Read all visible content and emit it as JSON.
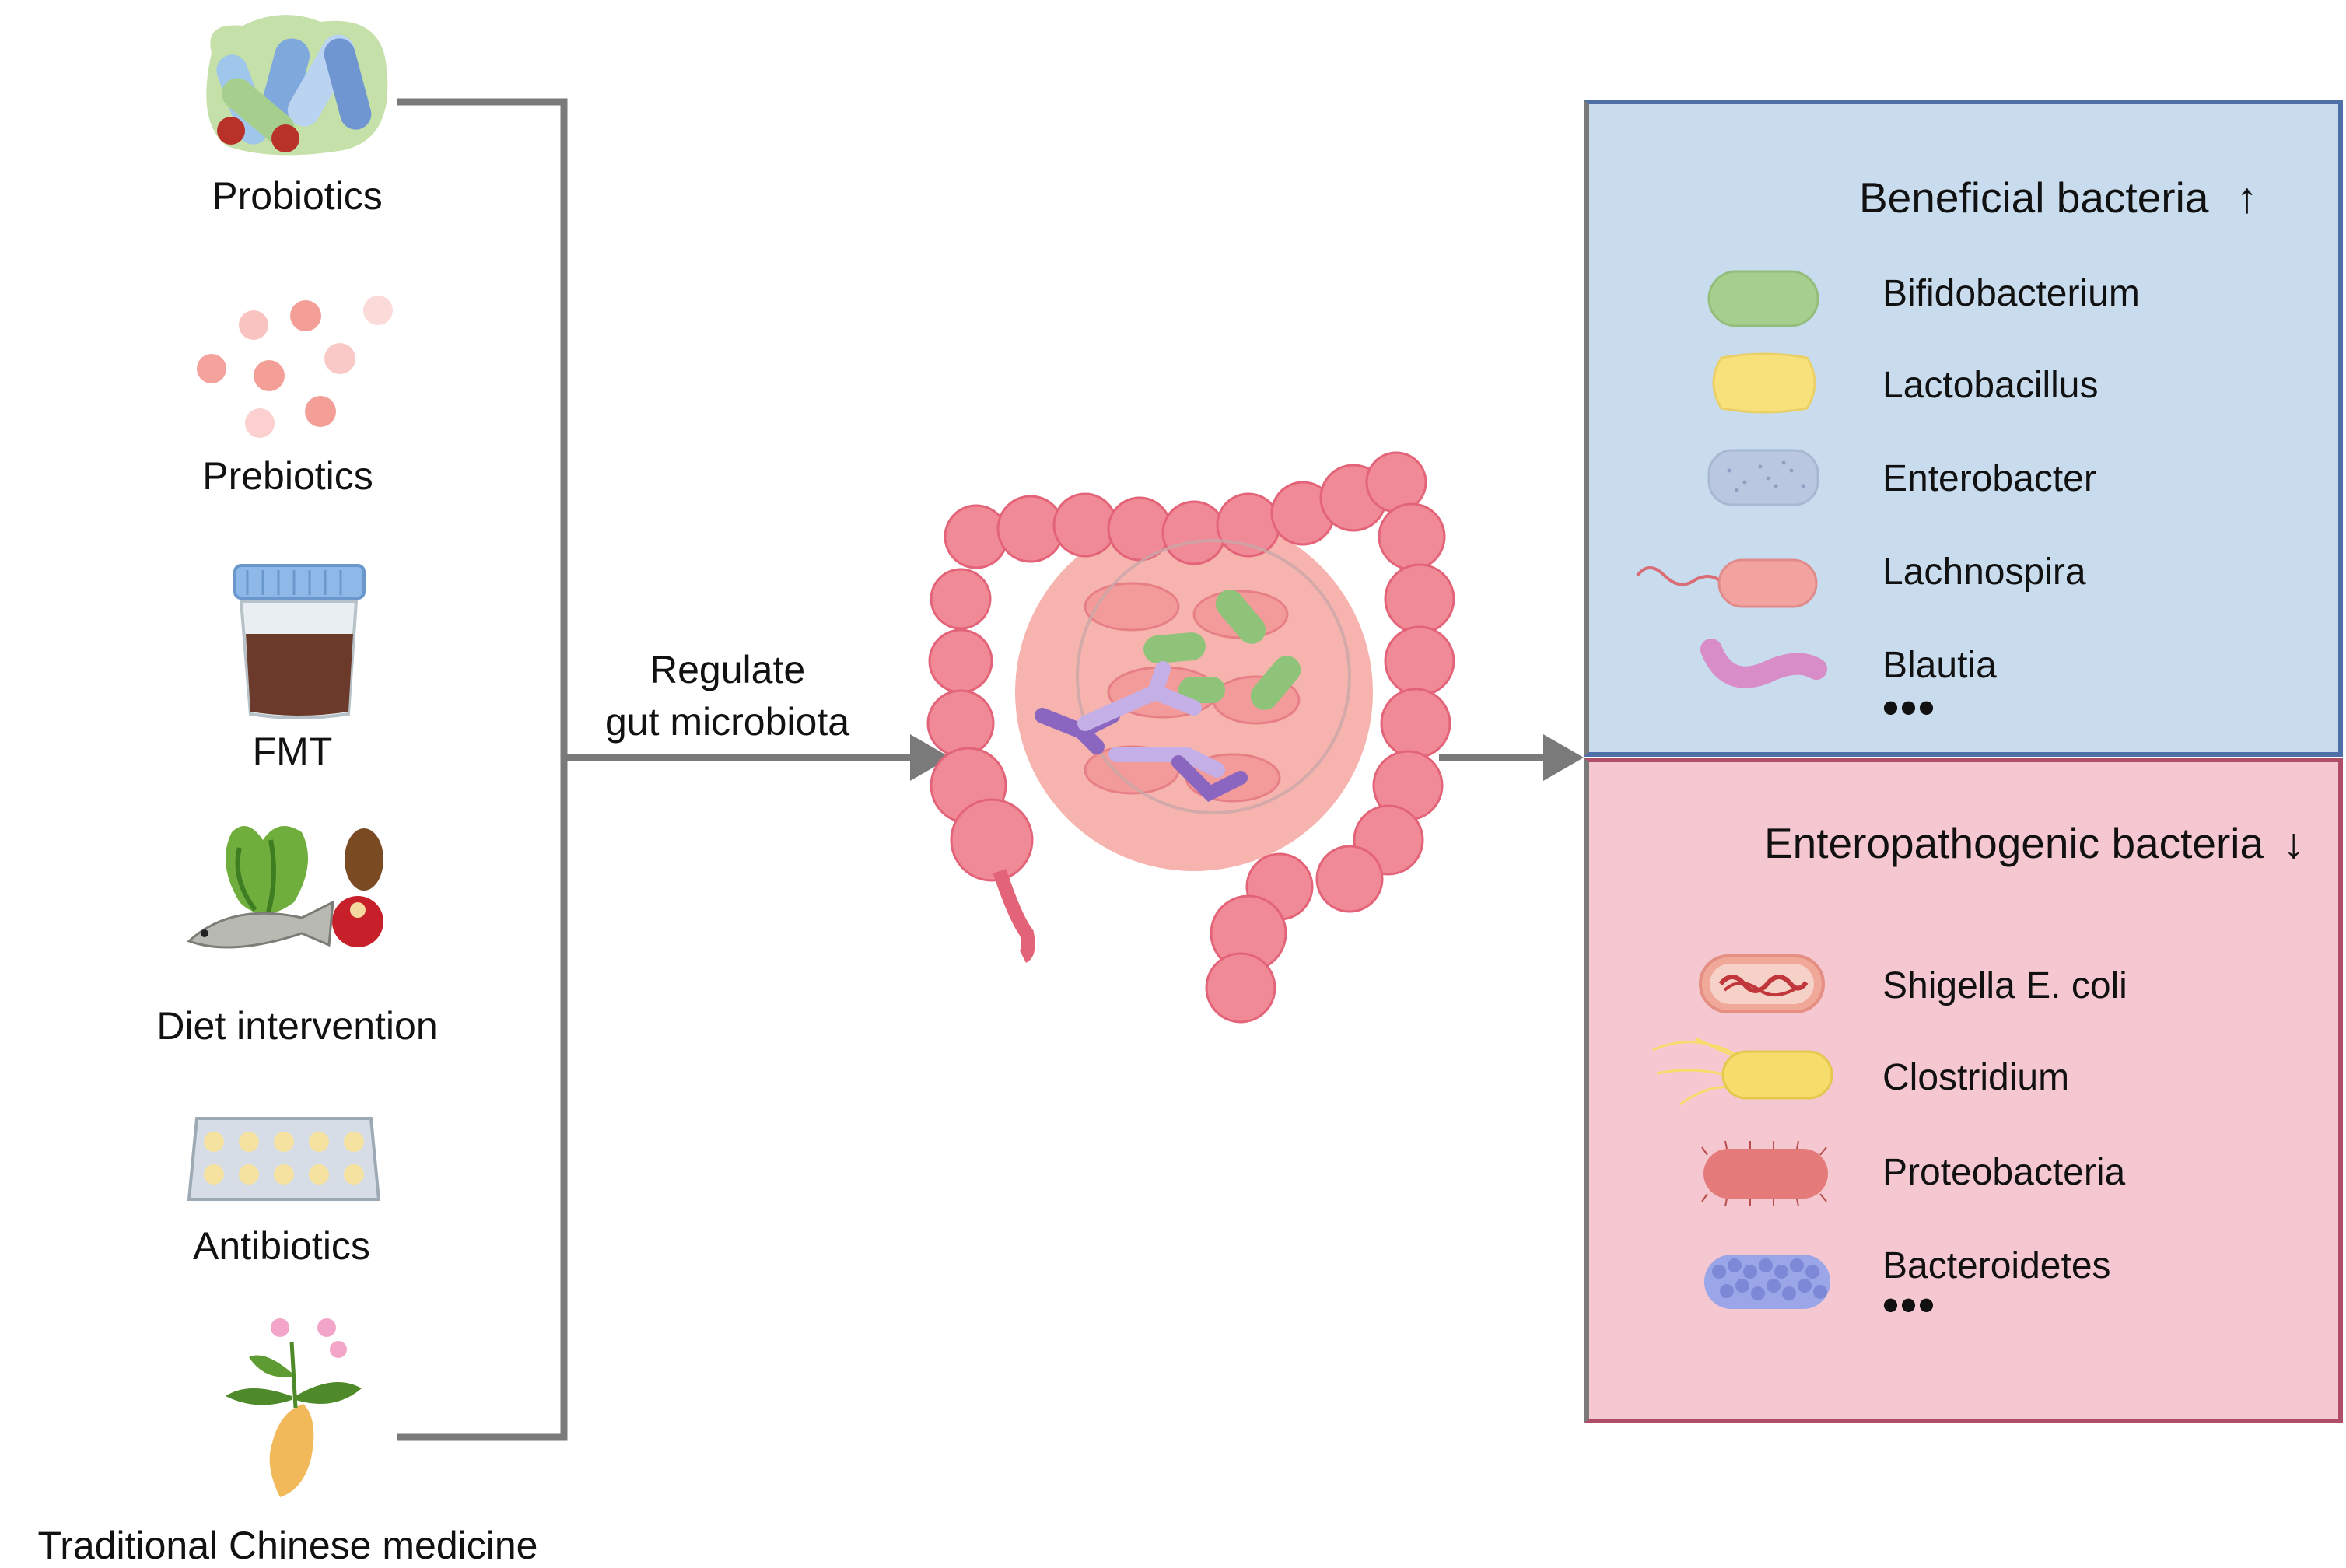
{
  "interventions": [
    {
      "label": "Probiotics",
      "icon": "probiotics-icon"
    },
    {
      "label": "Prebiotics",
      "icon": "prebiotics-icon"
    },
    {
      "label": "FMT",
      "icon": "fmt-jar-icon"
    },
    {
      "label": "Diet intervention",
      "icon": "diet-food-icon"
    },
    {
      "label": "Antibiotics",
      "icon": "antibiotic-pills-icon"
    },
    {
      "label": "Traditional Chinese medicine",
      "icon": "herb-plant-icon"
    }
  ],
  "arrow_label": {
    "line1": "Regulate",
    "line2": "gut microbiota"
  },
  "center": {
    "icon": "intestine-icon"
  },
  "beneficial": {
    "title": "Beneficial bacteria",
    "trend": "↑",
    "items": [
      {
        "label": "Bifidobacterium",
        "icon": "bifidobacterium-icon",
        "color": "#a6cf8e"
      },
      {
        "label": "Lactobacillus",
        "icon": "lactobacillus-icon",
        "color": "#f8e07a"
      },
      {
        "label": "Enterobacter",
        "icon": "enterobacter-icon",
        "color": "#b9c8e0"
      },
      {
        "label": "Lachnospira",
        "icon": "lachnospira-icon",
        "color": "#f2a3a0"
      },
      {
        "label": "Blautia",
        "icon": "blautia-icon",
        "color": "#d88cc8"
      }
    ],
    "more": "•••",
    "bg": "#c8dcee",
    "border": "#4f6fa8"
  },
  "pathogenic": {
    "title": "Enteropathogenic bacteria",
    "trend": "↓",
    "items": [
      {
        "label": "Shigella E. coli",
        "icon": "shigella-icon",
        "color": "#f0a898"
      },
      {
        "label": "Clostridium",
        "icon": "clostridium-icon",
        "color": "#f6dc6a"
      },
      {
        "label": "Proteobacteria",
        "icon": "proteobacteria-icon",
        "color": "#e57a7a"
      },
      {
        "label": "Bacteroidetes",
        "icon": "bacteroidetes-icon",
        "color": "#9aa6e8"
      }
    ],
    "more": "•••",
    "bg": "#f5c7d0",
    "border": "#b04e68"
  },
  "colors": {
    "connector": "#7a7a7a",
    "intestine": "#f08a96",
    "intestine_dark": "#e36478"
  }
}
